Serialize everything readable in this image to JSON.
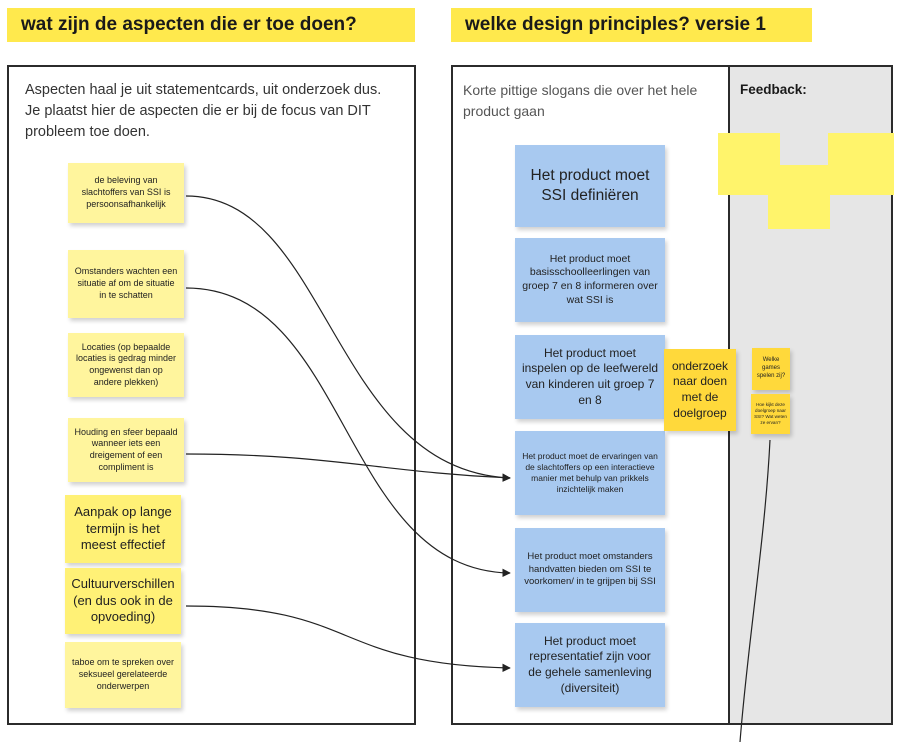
{
  "headings": {
    "left": "wat zijn de aspecten die er toe doen?",
    "right": "welke design principles? versie 1"
  },
  "left_frame": {
    "description": "Aspecten haal je uit statementcards, uit onderzoek dus. Je plaatst hier de aspecten die er bij de focus van DIT probleem toe doen.",
    "stickies": [
      "de beleving van slachtoffers van SSI is persoonsafhankelijk",
      "Omstanders wachten een situatie af om de situatie in te schatten",
      "Locaties (op bepaalde locaties is gedrag minder ongewenst dan op andere plekken)",
      "Houding en sfeer bepaald wanneer iets een dreigement of een compliment is",
      "Aanpak op lange termijn is het meest effectief",
      "Cultuurverschillen (en dus ook in de opvoeding)",
      "taboe om te spreken over seksueel gerelateerde onderwerpen"
    ]
  },
  "right_frame": {
    "description": "Korte pittige slogans die over het hele product gaan",
    "principles": [
      "Het product moet SSI definiëren",
      "Het product moet basisschoolleerlingen van groep 7 en 8 informeren over wat SSI is",
      "Het product moet inspelen op de leefwereld van kinderen uit groep 7 en 8",
      "Het product moet de ervaringen van de slachtoffers op een interactieve manier met behulp van prikkels inzichtelijk maken",
      "Het product moet omstanders handvatten bieden om SSI te voorkomen/ in te grijpen bij SSI",
      "Het product moet representatief zijn voor de gehele samenleving (diversiteit)"
    ],
    "research_note": "onderzoek naar doen met de doelgroep"
  },
  "feedback": {
    "title": "Feedback:",
    "notes": [
      "Welke games spelen zij?",
      "Hoe kijkt deze doelgroep naar SSI? Wat weten ze ervan?"
    ]
  },
  "colors": {
    "heading_bg": "#ffe94d",
    "sticky_yellow": "#fff59d",
    "sticky_blue": "#a8c9f0",
    "sticky_orange": "#ffd93b",
    "feedback_bg": "#e6e6e6"
  }
}
